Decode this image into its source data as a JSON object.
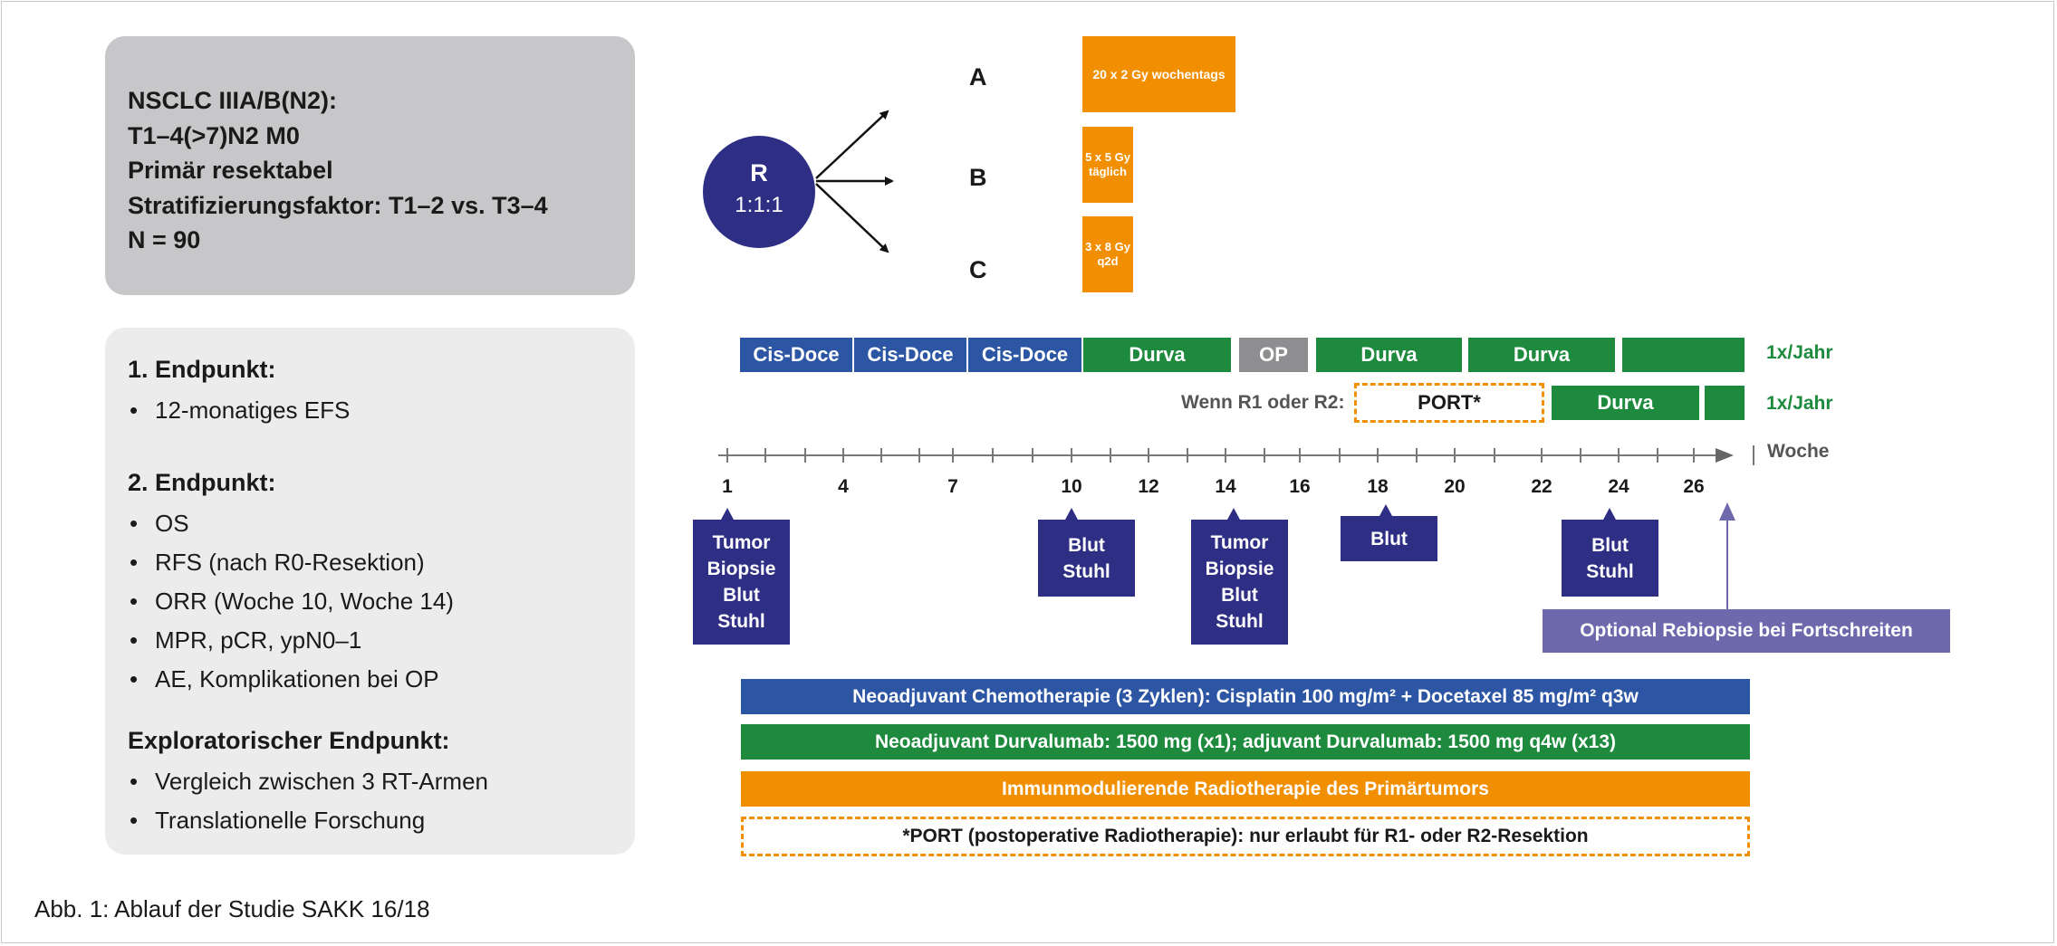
{
  "patient_box": {
    "lines": [
      "NSCLC IIIA/B(N2):",
      "T1–4(>7)N2 M0",
      "Primär resektabel",
      "Stratifizierungsfaktor: T1–2 vs. T3–4",
      "N = 90"
    ]
  },
  "endpoints": {
    "primary_title": "1. Endpunkt:",
    "primary_items": [
      "12-monatiges EFS"
    ],
    "secondary_title": "2. Endpunkt:",
    "secondary_items": [
      "OS",
      "RFS (nach R0-Resektion)",
      "ORR (Woche 10, Woche 14)",
      "MPR, pCR, ypN0–1",
      "AE, Komplikationen bei OP"
    ],
    "exploratory_title": "Exploratorischer Endpunkt:",
    "exploratory_items": [
      "Vergleich zwischen 3 RT-Armen",
      "Translationelle Forschung"
    ]
  },
  "randomization": {
    "label": "R",
    "ratio": "1:1:1",
    "arms": [
      {
        "label": "A",
        "regimen": "20 x 2 Gy wochentags"
      },
      {
        "label": "B",
        "regimen": "5 x 5 Gy täglich"
      },
      {
        "label": "C",
        "regimen": "3 x 8 Gy q2d"
      }
    ]
  },
  "timeline_row1": {
    "segments": [
      "Cis-Doce",
      "Cis-Doce",
      "Cis-Doce",
      "Durva",
      "OP",
      "Durva",
      "Durva",
      ""
    ],
    "frequency": "1x/Jahr"
  },
  "timeline_row2": {
    "condition": "Wenn R1 oder R2:",
    "port_label": "PORT*",
    "segments": [
      "Durva",
      ""
    ],
    "frequency": "1x/Jahr"
  },
  "axis": {
    "unit": "Woche",
    "tick_labels": [
      "1",
      "4",
      "7",
      "10",
      "12",
      "14",
      "16",
      "18",
      "20",
      "22",
      "24",
      "26"
    ]
  },
  "samples": [
    {
      "week": "1",
      "text": [
        "Tumor",
        "Biopsie",
        "Blut",
        "Stuhl"
      ]
    },
    {
      "week": "10",
      "text": [
        "Blut",
        "Stuhl"
      ]
    },
    {
      "week": "14",
      "text": [
        "Tumor",
        "Biopsie",
        "Blut",
        "Stuhl"
      ]
    },
    {
      "week": "18",
      "text": [
        "Blut"
      ]
    },
    {
      "week": "24",
      "text": [
        "Blut",
        "Stuhl"
      ]
    }
  ],
  "optional_rebiopsy": "Optional Rebiopsie bei Fortschreiten",
  "legend": {
    "chemo": "Neoadjuvant Chemotherapie (3 Zyklen): Cisplatin 100 mg/m² + Docetaxel 85 mg/m² q3w",
    "durva": "Neoadjuvant Durvalumab: 1500 mg (x1); adjuvant Durvalumab: 1500 mg q4w (x13)",
    "radio": "Immunmodulierende Radiotherapie des Primärtumors",
    "port_note": "*PORT (postoperative Radiotherapie): nur erlaubt für R1- oder R2-Resektion"
  },
  "colors": {
    "blue": "#2c56a3",
    "green": "#1d8a3d",
    "orange": "#f18f00",
    "navy": "#2e2e84",
    "purple": "#6e68ac",
    "grey": "#8e8e90"
  },
  "caption": "Abb. 1: Ablauf der Studie SAKK 16/18"
}
